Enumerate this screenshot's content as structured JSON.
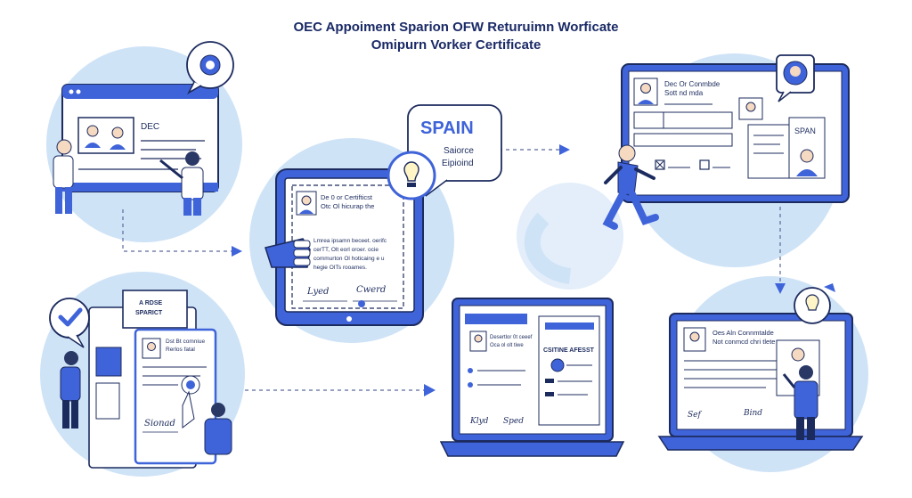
{
  "header": {
    "title_line1": "OEC Appoiment Sparion OFW Returuimn Worficate",
    "title_line2": "Omipurn Vorker Certificate"
  },
  "panel_top_left": {
    "doc_label": "DEC"
  },
  "panel_center": {
    "bubble_title": "SPAIN",
    "bubble_line1": "Saiorce",
    "bubble_line2": "Eipioind",
    "doc_head1": "De 0 or Certifticst",
    "doc_head2": "Otc Ol hicurap the",
    "doc_body1": "Lmrea ipsamn beceet. oerifc",
    "doc_body2": "cerTT, Olt eorl oroer. ocie",
    "doc_body3": "commurton Ol hoticaing e u",
    "doc_body4": "hegie OITs rooames.",
    "sig1": "Lyed",
    "sig2": "Cwerd"
  },
  "panel_top_right": {
    "doc_head1": "Dec Or Conmbde",
    "doc_head2": "Sott nd mda",
    "card_label": "SPAN"
  },
  "panel_bottom_left": {
    "banner_line1": "A RDSE",
    "banner_line2": "SPARICT",
    "doc_head1": "Dst Bt comniue",
    "doc_head2": "Rerlos fatal",
    "sig": "Sionad"
  },
  "panel_bottom_center": {
    "doc_head1": "Desertlor 0t ceeef",
    "doc_head2": "Oca ol olt tiwe",
    "side_label": "CSITINE AFESST",
    "sig1": "Klyd",
    "sig2": "Sped"
  },
  "panel_bottom_right": {
    "doc_head1": "Oes Aln Connmtalde",
    "doc_head2": "Not conmcd chri tlete",
    "sig1": "Sef",
    "sig2": "Bind"
  },
  "colors": {
    "accent": "#3f63d9",
    "light_circle": "#cfe3f7",
    "outline": "#1c2b5e",
    "title": "#1a2a66"
  }
}
